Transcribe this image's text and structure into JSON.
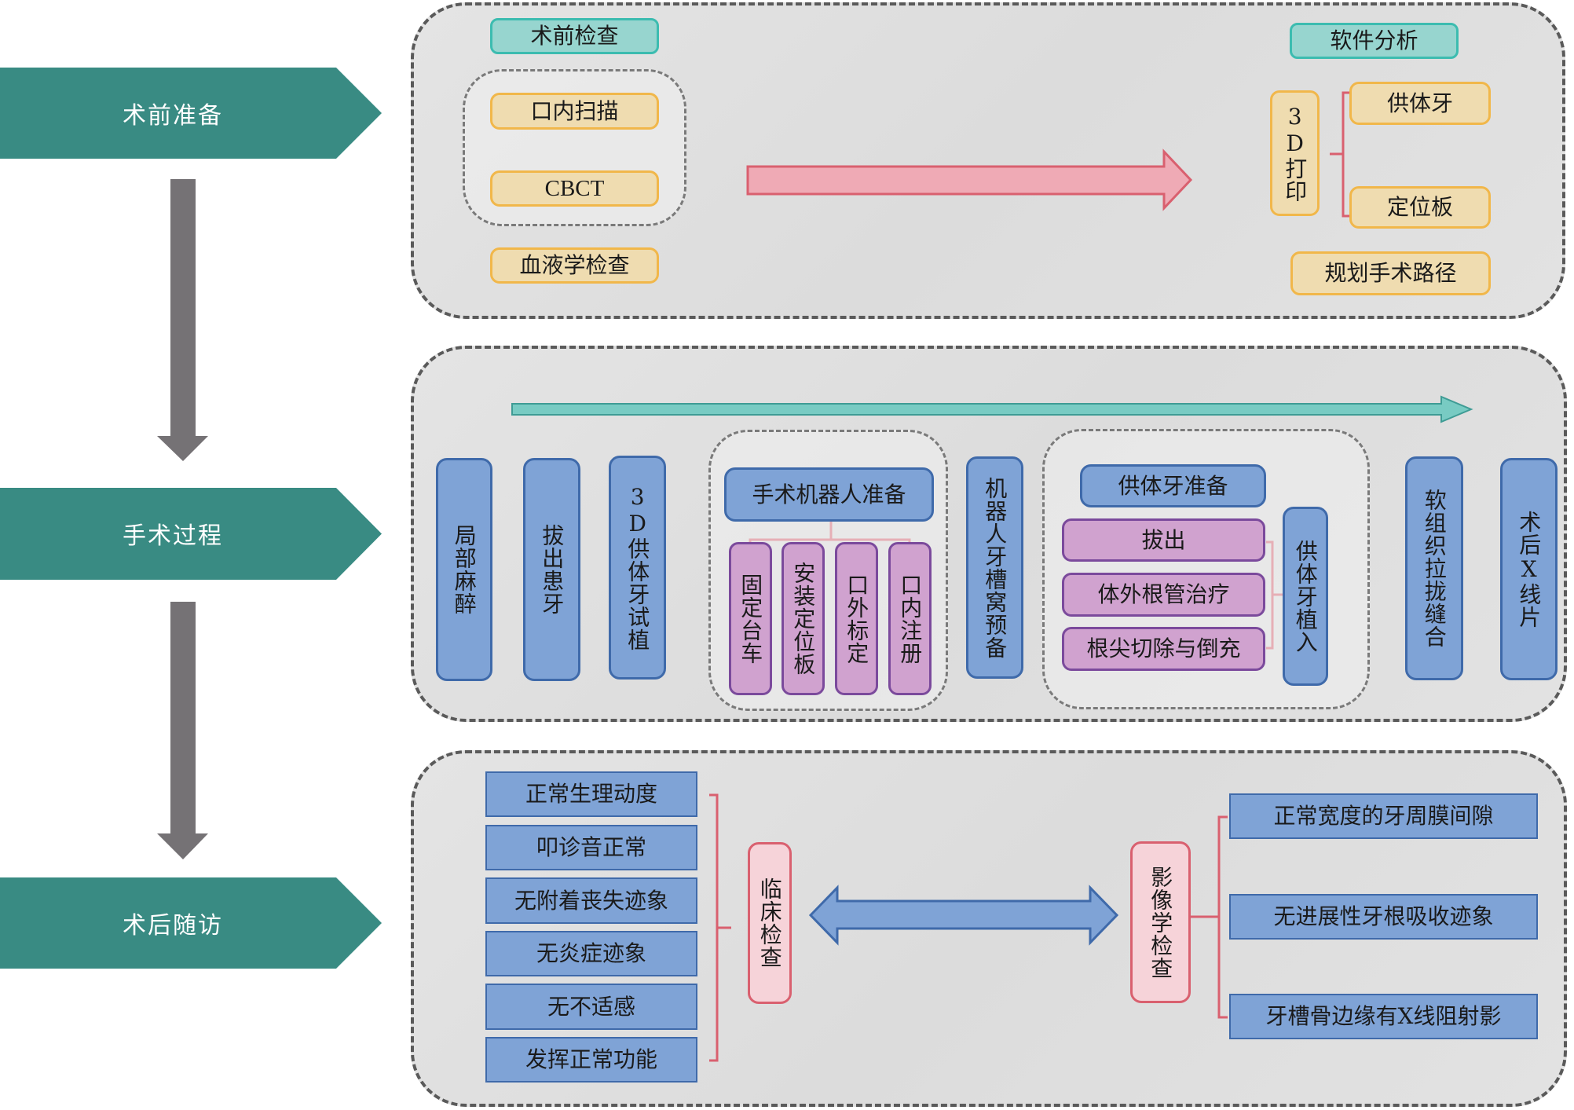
{
  "stages": [
    {
      "label": "术前准备"
    },
    {
      "label": "手术过程"
    },
    {
      "label": "术后随访"
    }
  ],
  "colors": {
    "stage_banner": "#398b83",
    "flow_arrow": "#757275",
    "teal_header": "#97d5cf",
    "yellow_box": "#efdcb0",
    "blue_box": "#7fa3d6",
    "purple_box": "#d0a2cf",
    "pink_box": "#f6d3d9",
    "bracket": "#d9606f"
  },
  "preop": {
    "exam_header": "术前检查",
    "exam_items": [
      "口内扫描",
      "CBCT"
    ],
    "blood_test": "血液学检查",
    "analysis_header": "软件分析",
    "print_label": "3D打印",
    "print_items": [
      "供体牙",
      "定位板"
    ],
    "plan_path": "规划手术路径"
  },
  "surgery": {
    "steps_before": [
      "局部麻醉",
      "拔出患牙",
      "3D供体牙试植"
    ],
    "robot_prep": {
      "title": "手术机器人准备",
      "items": [
        "固定台车",
        "安装定位板",
        "口外标定",
        "口内注册"
      ]
    },
    "socket_prep": "机器人牙槽窝预备",
    "donor_prep": {
      "title": "供体牙准备",
      "items": [
        "拔出",
        "体外根管治疗",
        "根尖切除与倒充"
      ],
      "implant": "供体牙植入"
    },
    "steps_after": [
      "软组织拉拢缝合",
      "术后X线片"
    ]
  },
  "followup": {
    "clinical_items": [
      "正常生理动度",
      "叩诊音正常",
      "无附着丧失迹象",
      "无炎症迹象",
      "无不适感",
      "发挥正常功能"
    ],
    "clinical_label": "临床检查",
    "imaging_label": "影像学检查",
    "imaging_items": [
      "正常宽度的牙周膜间隙",
      "无进展性牙根吸收迹象",
      "牙槽骨边缘有X线阻射影"
    ]
  }
}
